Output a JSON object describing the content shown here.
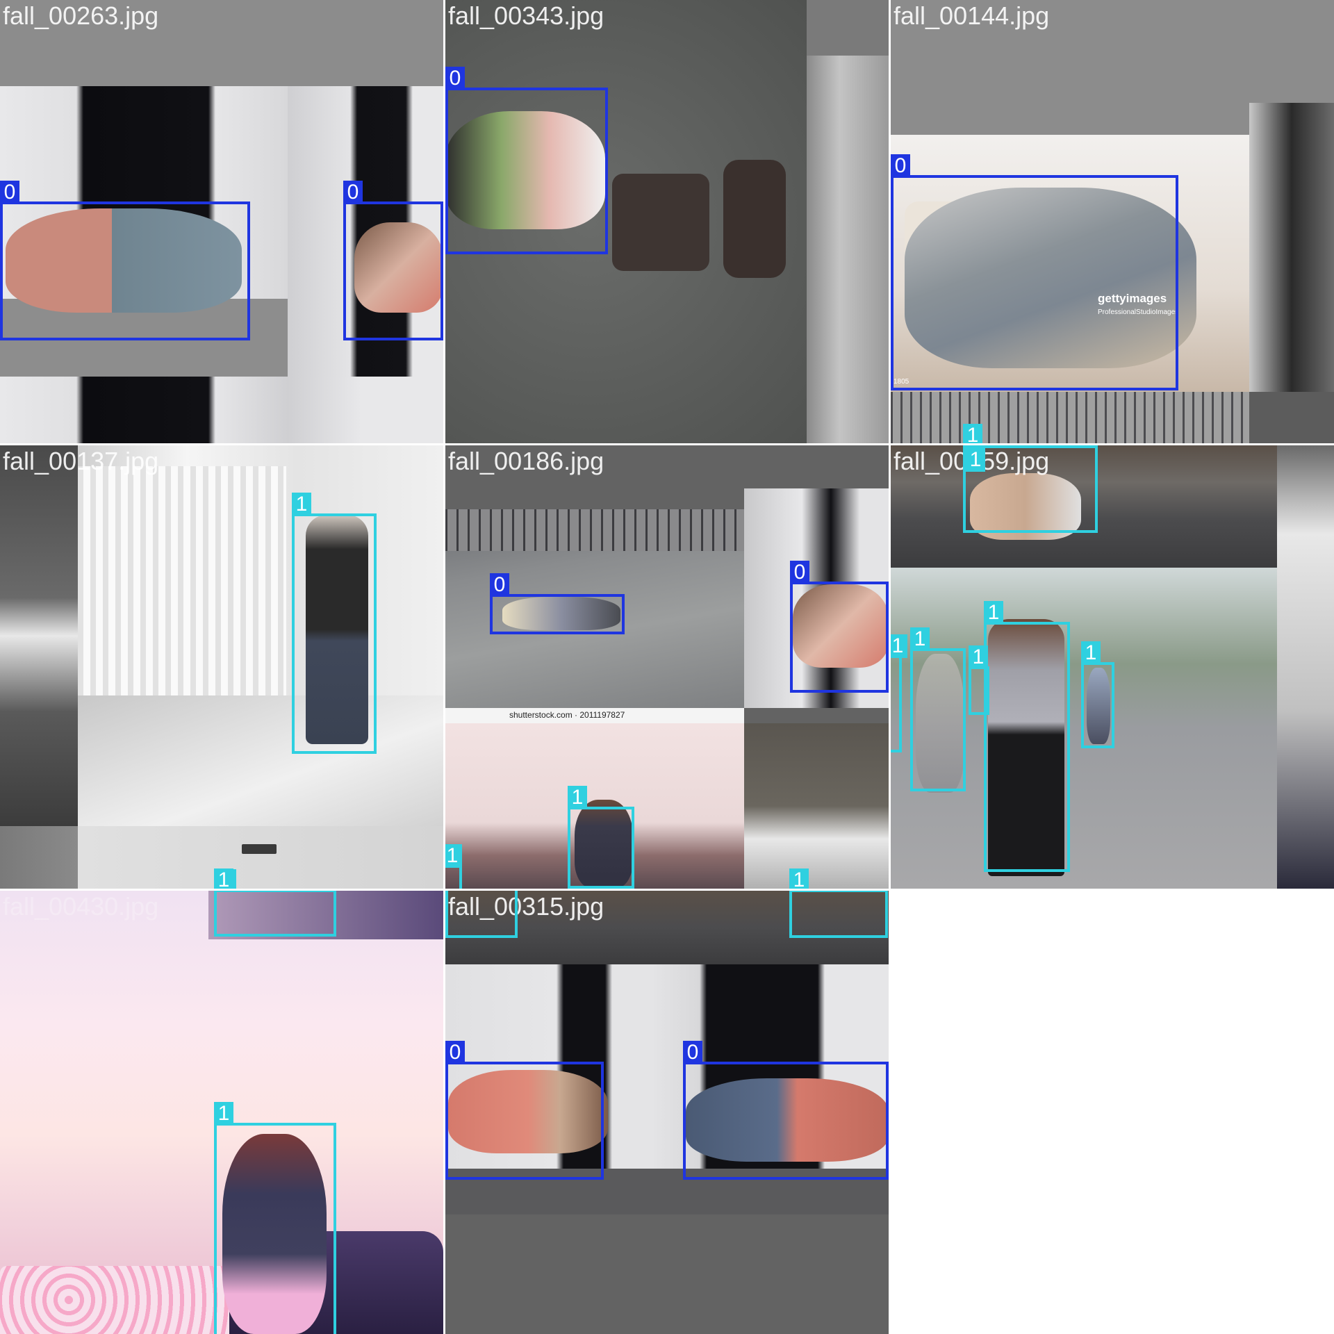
{
  "tiles": {
    "t1": {
      "filename": "fall_00263.jpg",
      "boxes": [
        "0",
        "0"
      ]
    },
    "t2": {
      "filename": "fall_00343.jpg",
      "boxes": [
        "0"
      ]
    },
    "t3": {
      "filename": "fall_00144.jpg",
      "boxes": [
        "0",
        "1"
      ],
      "watermark": "gettyimages",
      "watermark_sub": "ProfessionalStudioImages",
      "corner_text": "1805"
    },
    "t4": {
      "filename": "fall_00137.jpg",
      "boxes": [
        "1",
        "1"
      ]
    },
    "t5": {
      "filename": "fall_00186.jpg",
      "boxes": [
        "0",
        "0",
        "1",
        "1"
      ],
      "watermark": "shutterstock.com · 2011197827"
    },
    "t6": {
      "filename": "fall_00059.jpg",
      "boxes": [
        "1",
        "1",
        "1",
        "1",
        "1",
        "1"
      ]
    },
    "t7": {
      "filename": "fall_00430.jpg",
      "boxes": [
        "1"
      ]
    },
    "t8": {
      "filename": "fall_00315.jpg",
      "boxes": [
        "1",
        "1",
        "0",
        "0"
      ]
    }
  },
  "class_colors": {
    "0": "#1f35e0",
    "1": "#2fd0e0"
  }
}
